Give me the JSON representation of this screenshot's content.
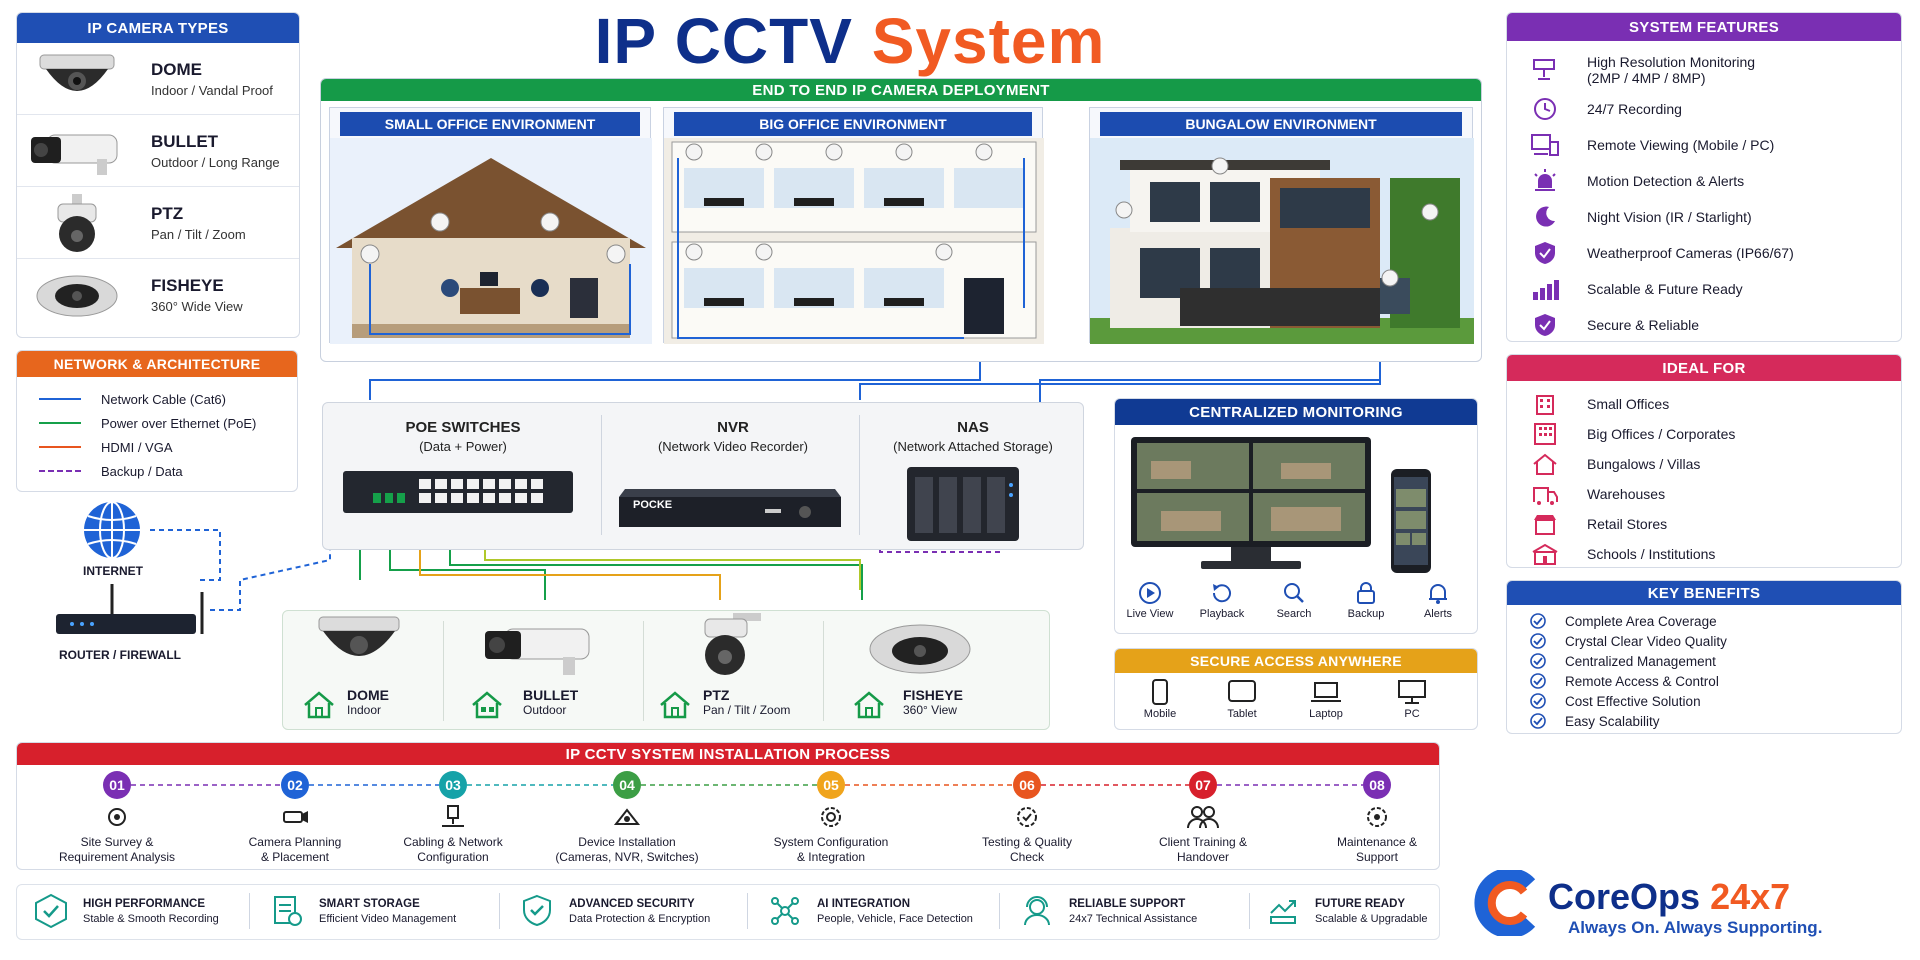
{
  "title": {
    "part1": "IP CCTV",
    "part2": "System"
  },
  "camera_types": {
    "header": "IP CAMERA TYPES",
    "items": [
      {
        "name": "DOME",
        "sub": "Indoor / Vandal Proof"
      },
      {
        "name": "BULLET",
        "sub": "Outdoor / Long Range"
      },
      {
        "name": "PTZ",
        "sub": "Pan / Tilt / Zoom"
      },
      {
        "name": "FISHEYE",
        "sub": "360° Wide View"
      }
    ]
  },
  "network": {
    "header": "NETWORK & ARCHITECTURE",
    "items": [
      {
        "label": "Network Cable (Cat6)",
        "color": "#1f63d6",
        "style": "solid"
      },
      {
        "label": "Power over Ethernet (PoE)",
        "color": "#15a04a",
        "style": "solid"
      },
      {
        "label": "HDMI / VGA",
        "color": "#e8551f",
        "style": "solid"
      },
      {
        "label": "Backup / Data",
        "color": "#7a2fb3",
        "style": "dashed"
      }
    ]
  },
  "internet": {
    "label": "INTERNET",
    "router": "ROUTER / FIREWALL"
  },
  "deployment": {
    "header": "END TO END IP CAMERA DEPLOYMENT",
    "envs": [
      "SMALL OFFICE ENVIRONMENT",
      "BIG OFFICE ENVIRONMENT",
      "BUNGALOW ENVIRONMENT"
    ]
  },
  "devices": {
    "switch": {
      "name": "POE SWITCHES",
      "sub": "(Data + Power)"
    },
    "nvr": {
      "name": "NVR",
      "sub": "(Network Video Recorder)",
      "brand": "POCKE"
    },
    "nas": {
      "name": "NAS",
      "sub": "(Network Attached Storage)"
    }
  },
  "bottom_cams": [
    {
      "name": "DOME",
      "sub": "Indoor"
    },
    {
      "name": "BULLET",
      "sub": "Outdoor"
    },
    {
      "name": "PTZ",
      "sub": "Pan / Tilt / Zoom"
    },
    {
      "name": "FISHEYE",
      "sub": "360° View"
    }
  ],
  "monitoring": {
    "header": "CENTRALIZED MONITORING",
    "icons": [
      "Live View",
      "Playback",
      "Search",
      "Backup",
      "Alerts"
    ]
  },
  "secure": {
    "header": "SECURE ACCESS ANYWHERE",
    "items": [
      "Mobile",
      "Tablet",
      "Laptop",
      "PC"
    ]
  },
  "features": {
    "header": "SYSTEM FEATURES",
    "items": [
      {
        "label": "High Resolution Monitoring",
        "sub": "(2MP / 4MP / 8MP)",
        "icon": "cctv-icon"
      },
      {
        "label": "24/7 Recording",
        "sub": "",
        "icon": "clock-icon"
      },
      {
        "label": "Remote Viewing (Mobile / PC)",
        "sub": "",
        "icon": "devices-icon"
      },
      {
        "label": "Motion Detection & Alerts",
        "sub": "",
        "icon": "alarm-icon"
      },
      {
        "label": "Night Vision (IR / Starlight)",
        "sub": "",
        "icon": "moon-icon"
      },
      {
        "label": "Weatherproof Cameras (IP66/67)",
        "sub": "",
        "icon": "shield-icon"
      },
      {
        "label": "Scalable & Future Ready",
        "sub": "",
        "icon": "growth-icon"
      },
      {
        "label": "Secure & Reliable",
        "sub": "",
        "icon": "check-shield-icon"
      }
    ]
  },
  "ideal": {
    "header": "IDEAL FOR",
    "items": [
      "Small Offices",
      "Big Offices / Corporates",
      "Bungalows / Villas",
      "Warehouses",
      "Retail Stores",
      "Schools / Institutions"
    ]
  },
  "benefits": {
    "header": "KEY BENEFITS",
    "items": [
      "Complete Area Coverage",
      "Crystal Clear Video Quality",
      "Centralized Management",
      "Remote Access & Control",
      "Cost Effective Solution",
      "Easy Scalability"
    ]
  },
  "process": {
    "header": "IP CCTV SYSTEM INSTALLATION PROCESS",
    "steps": [
      {
        "n": "01",
        "l1": "Site Survey &",
        "l2": "Requirement Analysis",
        "color": "#7a2fb3"
      },
      {
        "n": "02",
        "l1": "Camera Planning",
        "l2": "& Placement",
        "color": "#1f63d6"
      },
      {
        "n": "03",
        "l1": "Cabling & Network",
        "l2": "Configuration",
        "color": "#16a2a8"
      },
      {
        "n": "04",
        "l1": "Device Installation",
        "l2": "(Cameras, NVR, Switches)",
        "color": "#3c9e45"
      },
      {
        "n": "05",
        "l1": "System Configuration",
        "l2": "& Integration",
        "color": "#f0a41c"
      },
      {
        "n": "06",
        "l1": "Testing & Quality",
        "l2": "Check",
        "color": "#e8551f"
      },
      {
        "n": "07",
        "l1": "Client Training &",
        "l2": "Handover",
        "color": "#d7202c"
      },
      {
        "n": "08",
        "l1": "Maintenance &",
        "l2": "Support",
        "color": "#7a2fb3"
      }
    ]
  },
  "footer": [
    {
      "title": "HIGH PERFORMANCE",
      "sub": "Stable & Smooth Recording"
    },
    {
      "title": "SMART STORAGE",
      "sub": "Efficient Video Management"
    },
    {
      "title": "ADVANCED SECURITY",
      "sub": "Data Protection & Encryption"
    },
    {
      "title": "AI INTEGRATION",
      "sub": "People, Vehicle, Face Detection"
    },
    {
      "title": "RELIABLE SUPPORT",
      "sub": "24x7 Technical Assistance"
    },
    {
      "title": "FUTURE READY",
      "sub": "Scalable & Upgradable"
    }
  ],
  "brand": {
    "name1": "CoreOps",
    "name2": "24x7",
    "tagline": "Always On. Always Supporting.",
    "name1_color": "#0e2f8a",
    "name2_color": "#f15a22"
  }
}
